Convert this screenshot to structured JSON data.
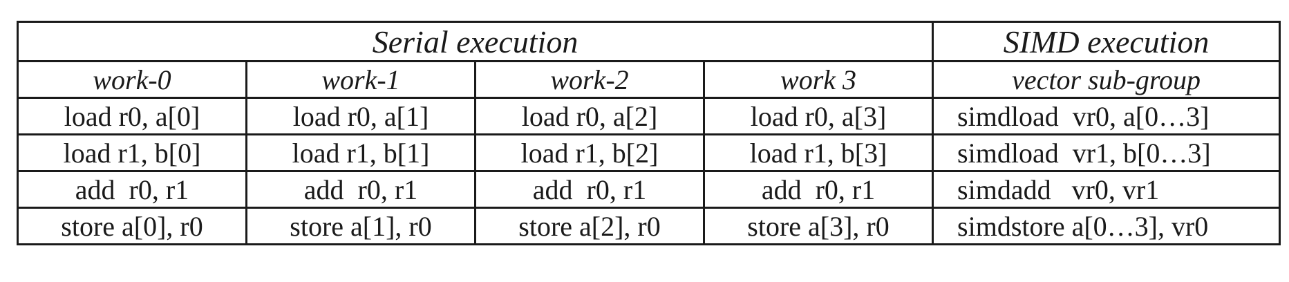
{
  "header": {
    "serial_title": "Serial execution",
    "simd_title": "SIMD execution"
  },
  "columns": [
    "work-0",
    "work-1",
    "work-2",
    "work 3",
    "vector sub-group"
  ],
  "rows": [
    {
      "serial": [
        "load r0, a[0]",
        "load r0, a[1]",
        "load r0, a[2]",
        "load r0, a[3]"
      ],
      "simd": "simdload  vr0, a[0…3]"
    },
    {
      "serial": [
        "load r1, b[0]",
        "load r1, b[1]",
        "load r1, b[2]",
        "load r1, b[3]"
      ],
      "simd": "simdload  vr1, b[0…3]"
    },
    {
      "serial": [
        "add  r0, r1",
        "add  r0, r1",
        "add  r0, r1",
        "add  r0, r1"
      ],
      "simd": "simdadd   vr0, vr1"
    },
    {
      "serial": [
        "store a[0], r0",
        "store a[1], r0",
        "store a[2], r0",
        "store a[3], r0"
      ],
      "simd": "simdstore a[0…3], vr0"
    }
  ]
}
